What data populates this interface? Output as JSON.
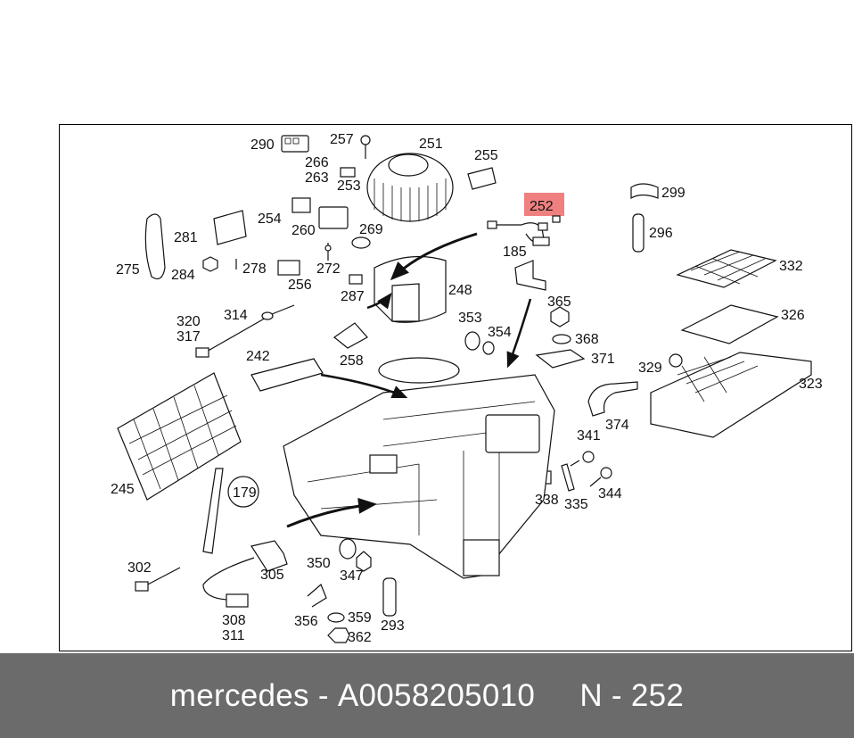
{
  "highlight_color": "#f08080",
  "footer_color": "#6b6b6b",
  "highlighted_part": "252",
  "part_labels": [
    "290",
    "257",
    "251",
    "266",
    "263",
    "253",
    "255",
    "252",
    "299",
    "254",
    "260",
    "269",
    "296",
    "281",
    "275",
    "284",
    "278",
    "256",
    "272",
    "185",
    "332",
    "287",
    "248",
    "365",
    "320",
    "317",
    "314",
    "353",
    "354",
    "368",
    "326",
    "258",
    "371",
    "242",
    "329",
    "323",
    "374",
    "341",
    "245",
    "179",
    "338",
    "335",
    "344",
    "302",
    "305",
    "350",
    "347",
    "308",
    "311",
    "356",
    "359",
    "362",
    "293"
  ],
  "footer": {
    "brand": "mercedes",
    "sep1": " - ",
    "part_number": "A0058205010",
    "gap": "     ",
    "position_prefix": "N - ",
    "position": "252"
  }
}
